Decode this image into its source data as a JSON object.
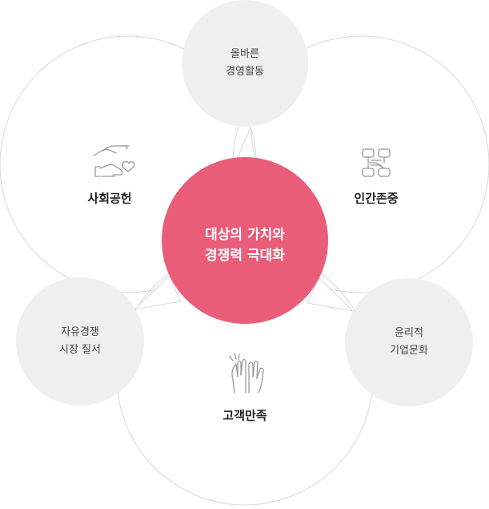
{
  "center": {
    "line1": "대상의 가치와",
    "line2": "경쟁력 극대화",
    "color": "#ea5d79"
  },
  "nodes": {
    "top": {
      "line1": "올바른",
      "line2": "경영활동"
    },
    "left": {
      "line1": "자유경쟁",
      "line2": "시장 질서"
    },
    "right": {
      "line1": "윤리적",
      "line2": "기업문화"
    }
  },
  "petals": {
    "left": {
      "label": "사회공헌",
      "icon": "handshake-heart-icon"
    },
    "right": {
      "label": "인간존중",
      "icon": "joined-hands-icon"
    },
    "bottom": {
      "label": "고객만족",
      "icon": "clapping-hands-icon"
    }
  }
}
